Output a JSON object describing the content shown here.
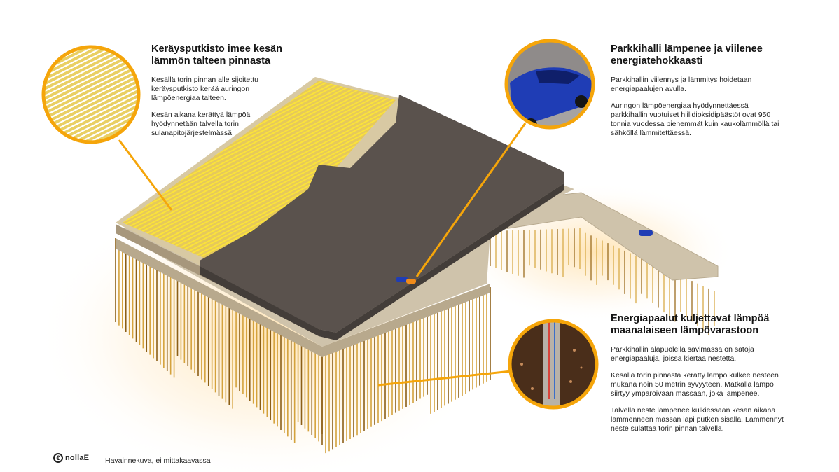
{
  "callouts": [
    {
      "title": "Keräysputkisto imee kesän lämmön talteen pinnasta",
      "paragraphs": [
        "Kesällä torin pinnan alle sijoitettu keräysputkisto kerää auringon lämpöenergiaa talteen.",
        "Kesän aikana kerättyä lämpöä hyödynnetään talvella torin sulanapitojärjestelmässä."
      ]
    },
    {
      "title": "Parkkihalli lämpenee ja viilenee energiatehokkaasti",
      "paragraphs": [
        "Parkkihallin viilennys ja lämmitys hoidetaan energiapaalujen avulla.",
        "Auringon lämpöenergiaa hyödynnettäessä parkkihallin vuotuiset hiilidioksidipäästöt ovat 950 tonnia vuodessa pienemmät kuin kaukolämmöllä tai sähköllä lämmitettäessä."
      ]
    },
    {
      "title": "Energiapaalut kuljettavat lämpöä maanalaiseen lämpövarastoon",
      "paragraphs": [
        "Parkkihallin alapuolella savimassa on satoja energiapaaluja, joissa kiertää nestettä.",
        "Kesällä torin pinnasta kerätty lämpö kulkee nesteen mukana noin 50 metrin syvyyteen. Matkalla lämpö siirtyy ympäröivään massaan, joka lämpenee.",
        "Talvella neste lämpenee kulkiessaan kesän aikana lämmenneen massan läpi putken sisällä. Lämmennyt neste sulattaa torin pinnan talvella."
      ]
    }
  ],
  "footer": {
    "logo_symbol": "€",
    "logo_text": "nollaE",
    "note": "Havainnekuva, ei mittakaavassa"
  },
  "colors": {
    "accent": "#f5a50a",
    "pipe_yellow": "#f2d21b",
    "asphalt": "#5a524d",
    "slab": "#cfc3ab",
    "pile": "#c99a2e",
    "soil": "#4a2e1a",
    "car_blue": "#1f3db5"
  }
}
